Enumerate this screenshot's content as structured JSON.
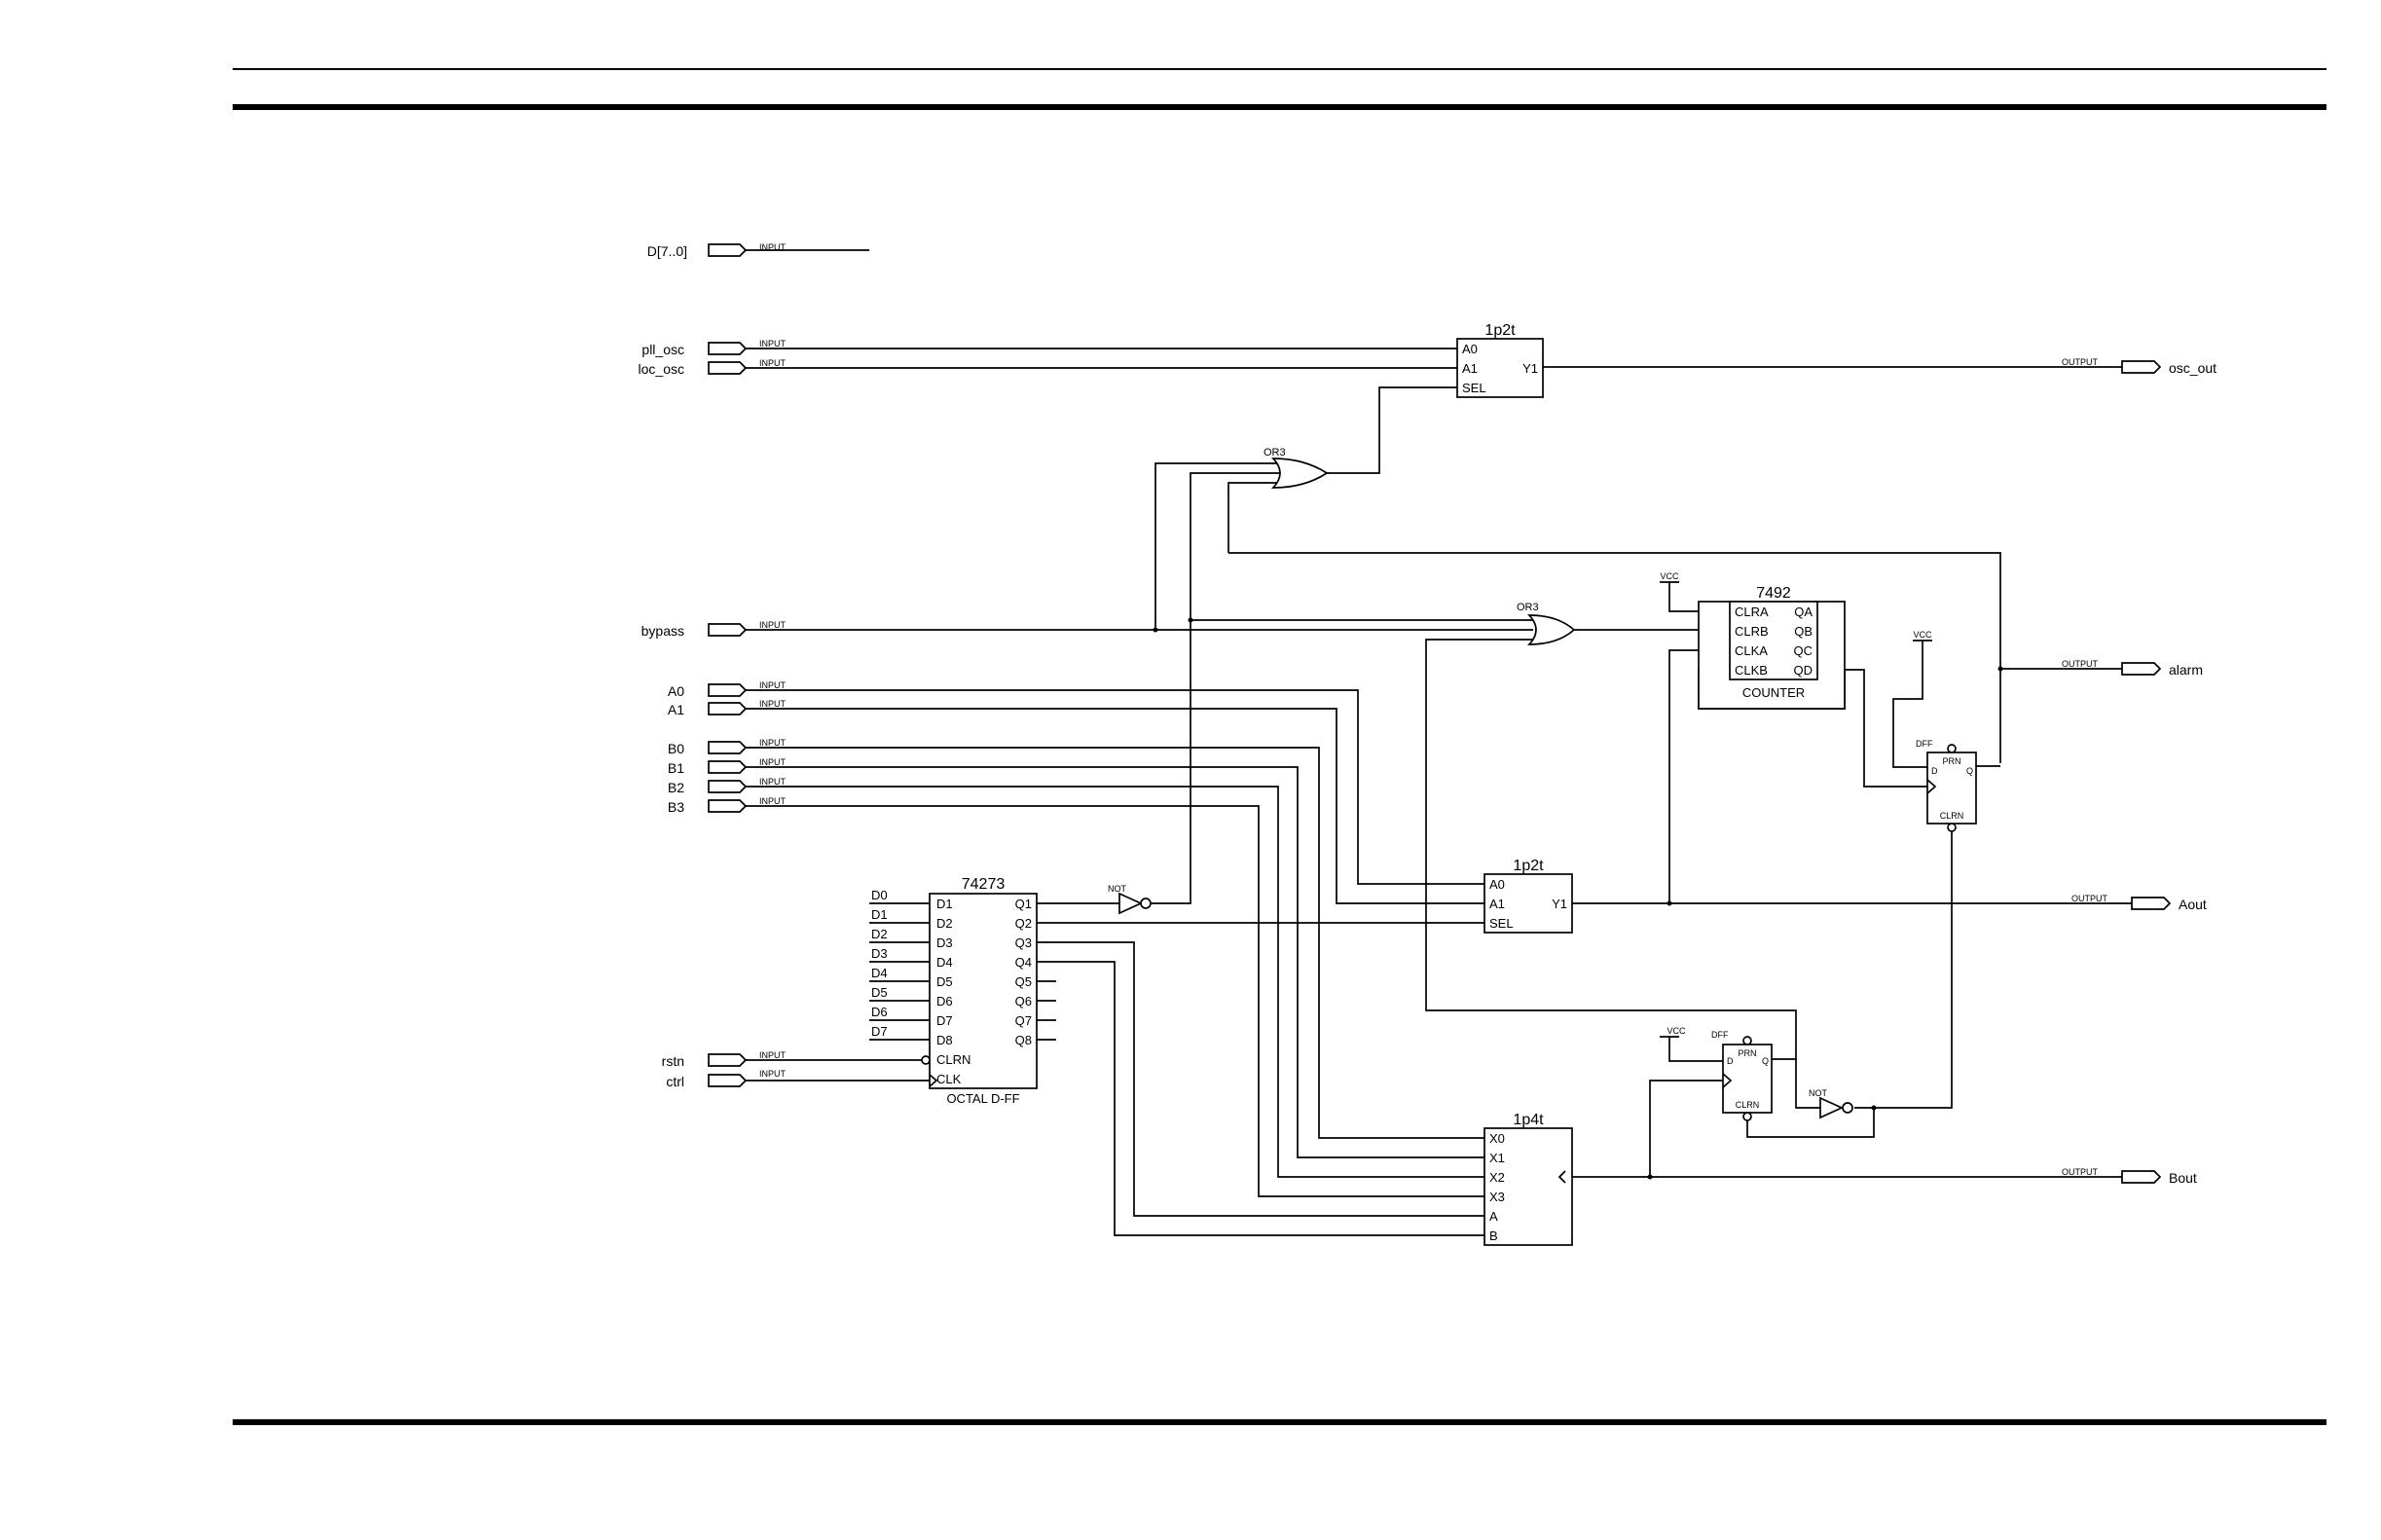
{
  "pins": {
    "inputs": {
      "tag": "INPUT",
      "d_bus": "D[7..0]",
      "pll_osc": "pll_osc",
      "loc_osc": "loc_osc",
      "bypass": "bypass",
      "a0": "A0",
      "a1": "A1",
      "b0": "B0",
      "b1": "B1",
      "b2": "B2",
      "b3": "B3",
      "rstn": "rstn",
      "ctrl": "ctrl"
    },
    "outputs": {
      "tag": "OUTPUT",
      "osc_out": "osc_out",
      "alarm": "alarm",
      "aout": "Aout",
      "bout": "Bout"
    }
  },
  "mux_top": {
    "title": "1p2t",
    "in0": "A0",
    "in1": "A1",
    "sel": "SEL",
    "out": "Y1"
  },
  "mux_mid": {
    "title": "1p2t",
    "in0": "A0",
    "in1": "A1",
    "sel": "SEL",
    "out": "Y1"
  },
  "mux4": {
    "title": "1p4t",
    "x0": "X0",
    "x1": "X1",
    "x2": "X2",
    "x3": "X3",
    "a": "A",
    "b": "B"
  },
  "or_upper": {
    "label": "OR3"
  },
  "or_lower": {
    "label": "OR3"
  },
  "counter": {
    "title": "7492",
    "name": "COUNTER",
    "inputs": [
      "CLRA",
      "CLRB",
      "CLKA",
      "CLKB"
    ],
    "outputs": [
      "QA",
      "QB",
      "QC",
      "QD"
    ]
  },
  "octal_ff": {
    "title": "74273",
    "name": "OCTAL D-FF",
    "inputs": [
      "D1",
      "D2",
      "D3",
      "D4",
      "D5",
      "D6",
      "D7",
      "D8"
    ],
    "outputs": [
      "Q1",
      "Q2",
      "Q3",
      "Q4",
      "Q5",
      "Q6",
      "Q7",
      "Q8"
    ],
    "clrn": "CLRN",
    "clk": "CLK",
    "bus_taps": [
      "D0",
      "D1",
      "D2",
      "D3",
      "D4",
      "D5",
      "D6",
      "D7"
    ]
  },
  "dff_upper": {
    "label": "DFF",
    "prn": "PRN",
    "d": "D",
    "q": "Q",
    "clrn": "CLRN"
  },
  "dff_lower": {
    "label": "DFF",
    "prn": "PRN",
    "d": "D",
    "q": "Q",
    "clrn": "CLRN"
  },
  "not_gates": {
    "label": "NOT"
  },
  "vcc": {
    "label": "VCC"
  }
}
